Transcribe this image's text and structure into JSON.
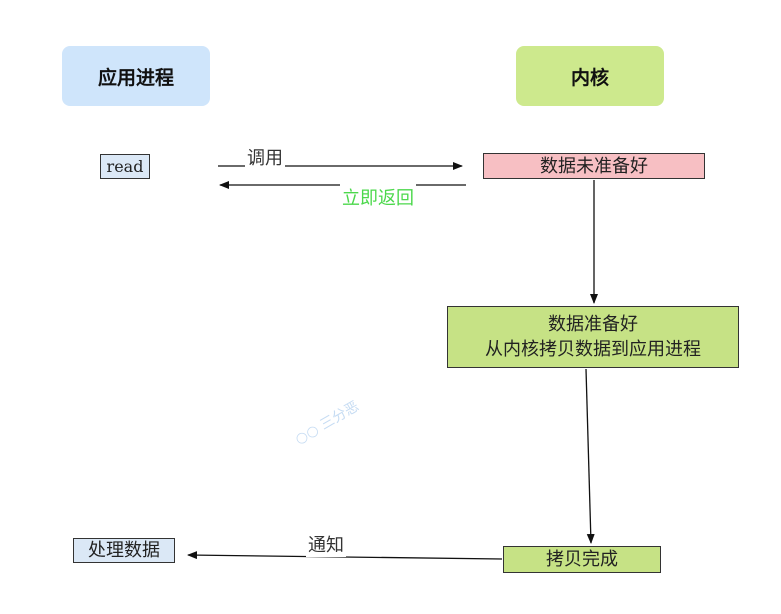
{
  "headers": {
    "app": "应用进程",
    "kernel": "内核"
  },
  "nodes": {
    "read": "read",
    "data_not_ready": "数据未准备好",
    "data_ready_line1": "数据准备好",
    "data_ready_line2": "从内核拷贝数据到应用进程",
    "copy_done": "拷贝完成",
    "process_data": "处理数据"
  },
  "edge_labels": {
    "call": "调用",
    "return_immediately": "立即返回",
    "notify": "通知"
  },
  "watermark": "三分恶",
  "colors": {
    "app_header": "#cfe5fb",
    "kernel_header": "#cde98d",
    "not_ready": "#f7bfc3",
    "ready": "#c6e285",
    "app_node": "#dbe8f6",
    "return_label": "#4cd84c"
  }
}
